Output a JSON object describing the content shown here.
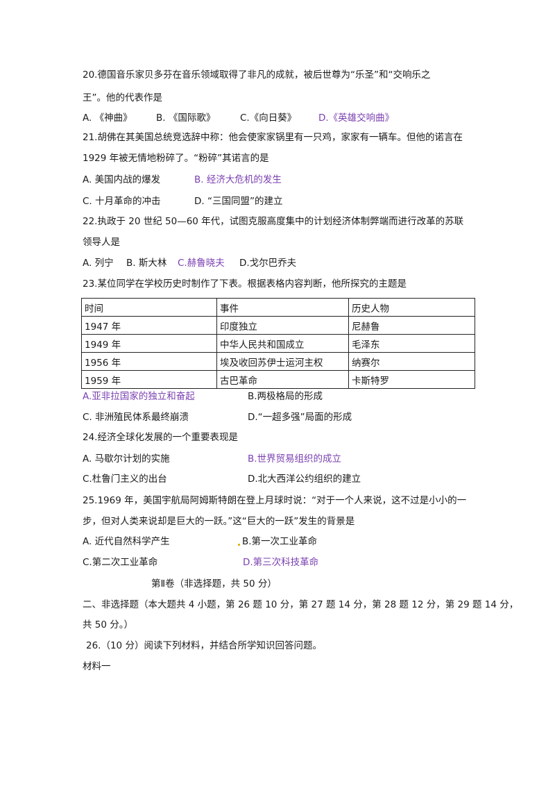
{
  "q20": {
    "line1": "20.德国音乐家贝多芬在音乐领域取得了非凡的成就，被后世尊为“乐圣”和“交响乐之",
    "line2": "王”。他的代表作是",
    "a": "A. 《神曲》",
    "b": "B. 《国际歌》",
    "c": "C.《向日葵》",
    "d": "D.《英雄交响曲》"
  },
  "q21": {
    "line1": "21.胡佛在其美国总统竞选辞中称：他会使家家锅里有一只鸡，家家有一辆车。但他的诺言在",
    "line2": "1929 年被无情地粉碎了。“粉碎”其诺言的是",
    "a": "A. 美国内战的爆发",
    "b": "B. 经济大危机的发生",
    "c": "C. 十月革命的冲击",
    "d": "D. “三国同盟”的建立"
  },
  "q22": {
    "line1": "22.执政于 20 世纪 50—60 年代，试图克服高度集中的计划经济体制弊端而进行改革的苏联",
    "line2": "领导人是",
    "a": "A. 列宁",
    "b": "B. 斯大林",
    "c": "C.赫鲁晓夫",
    "d": "D.戈尔巴乔夫"
  },
  "q23": {
    "line1": "23.某位同学在学校历史时制作了下表。根据表格内容判断，他所探究的主题是",
    "table": {
      "headers": [
        "时间",
        "事件",
        "历史人物"
      ],
      "rows": [
        [
          "1947 年",
          "印度独立",
          "尼赫鲁"
        ],
        [
          "1949 年",
          "中华人民共和国成立",
          "毛泽东"
        ],
        [
          "1956 年",
          "埃及收回苏伊士运河主权",
          "纳赛尔"
        ],
        [
          "1959 年",
          "古巴革命",
          "卡斯特罗"
        ]
      ]
    },
    "a": "A.亚非拉国家的独立和奋起",
    "b": "B.两极格局的形成",
    "c": "C. 非洲殖民体系最终崩溃",
    "d": "D.“一超多强”局面的形成"
  },
  "q24": {
    "line1": "24.经济全球化发展的一个重要表现是",
    "a": "A. 马歇尔计划的实施",
    "b": "B.世界贸易组织的成立",
    "c": "C.杜鲁门主义的出台",
    "d": "D.北大西洋公约组织的建立"
  },
  "q25": {
    "line1": "25.1969 年，美国宇航局阿姆斯特朗在登上月球时说：“对于一个人来说，这不过是小小的一",
    "line2": "步，但对人类来说却是巨大的一跃。”这“巨大的一跃”发生的背景是",
    "a": "A. 近代自然科学产生",
    "b": "B.第一次工业革命",
    "c": "C.第二次工业革命",
    "d": "D.第三次科技革命"
  },
  "section2": {
    "title": "第Ⅱ卷（非选择题，共 50 分）",
    "line1": "二、非选择题（本大题共 4 小题，第 26 题 10 分，第 27 题 14 分，第 28 题 12 分，第 29 题 14 分，",
    "line2": "共 50 分。）"
  },
  "q26": {
    "line1": "26.（10 分）阅读下列材料，并结合所学知识回答问题。",
    "material": "材料一"
  },
  "colors": {
    "answer": "#7a3fb0",
    "text": "#1a1a1a",
    "dot": "#e0b000"
  }
}
